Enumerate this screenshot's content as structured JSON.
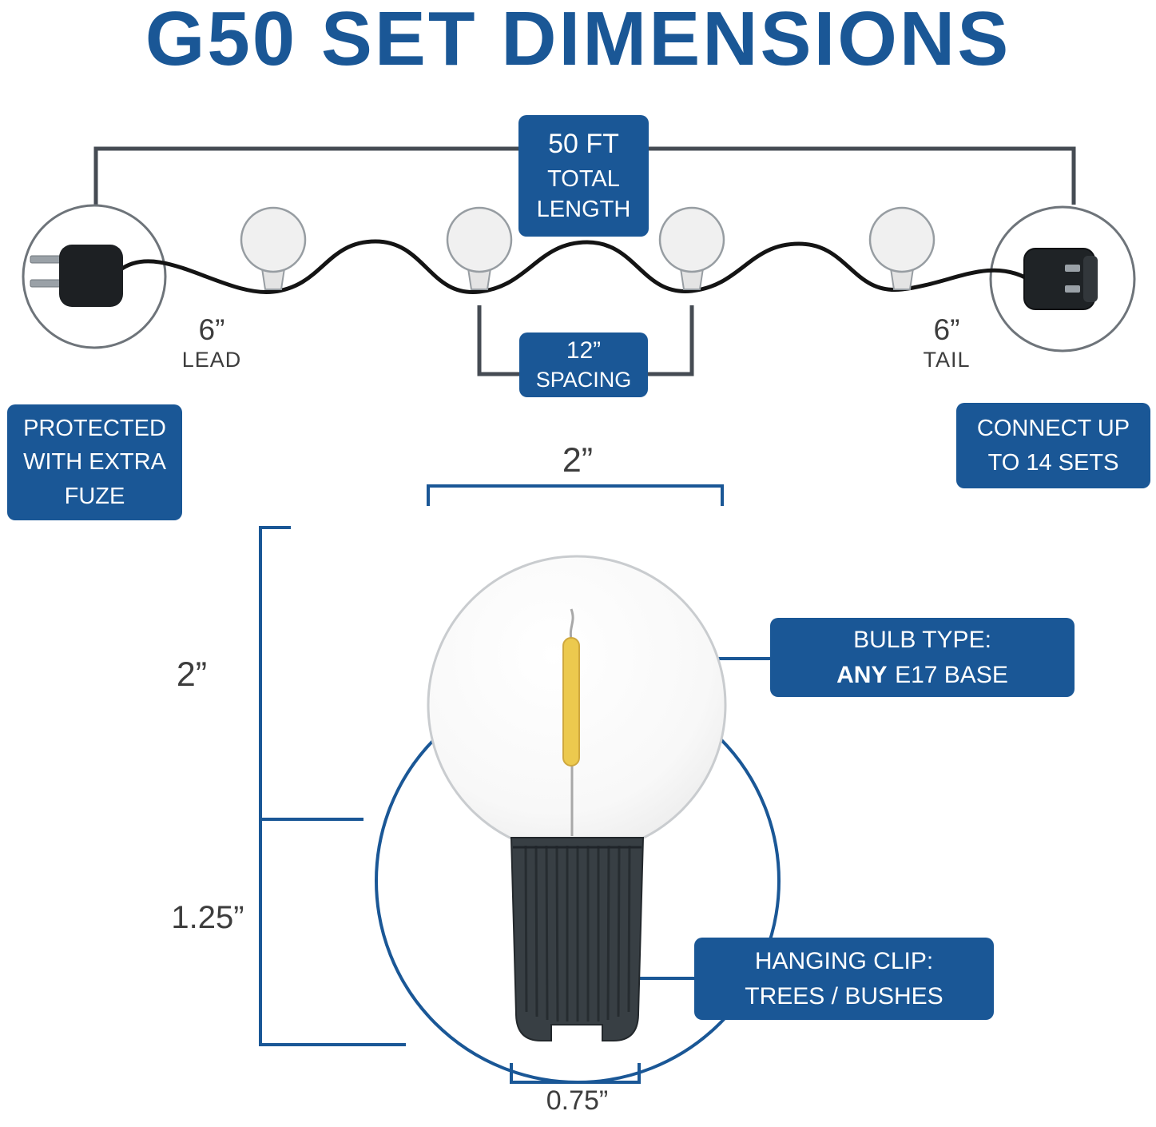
{
  "title": "G50 SET DIMENSIONS",
  "string_section": {
    "total_length_box": [
      "50 FT",
      "TOTAL",
      "LENGTH"
    ],
    "lead_value": "6”",
    "lead_label": "LEAD",
    "spacing_box": [
      "12”",
      "SPACING"
    ],
    "tail_value": "6”",
    "tail_label": "TAIL",
    "fuse_box": [
      "PROTECTED",
      "WITH EXTRA",
      "FUZE"
    ],
    "connect_box": [
      "CONNECT UP",
      "TO 14 SETS"
    ]
  },
  "bulb_section": {
    "width_label": "2”",
    "height_label": "2”",
    "base_height_label": "1.25”",
    "base_width_label": "0.75”",
    "bulb_type_box": {
      "line1": "BULB TYPE:",
      "line2_bold": "ANY",
      "line2_rest": "E17 BASE"
    },
    "clip_box": [
      "HANGING CLIP:",
      "TREES / BUSHES"
    ]
  },
  "icons": {
    "plug": "plug-icon",
    "outlet": "outlet-icon",
    "string_bulb": "bulb-icon"
  },
  "colors": {
    "accent_blue": "#1a5796",
    "bracket_dark": "#454b53",
    "wire_black": "#141414",
    "socket_dark": "#383f44",
    "filament_yellow": "#ecc94e",
    "label_dark": "#3d3d3d"
  }
}
